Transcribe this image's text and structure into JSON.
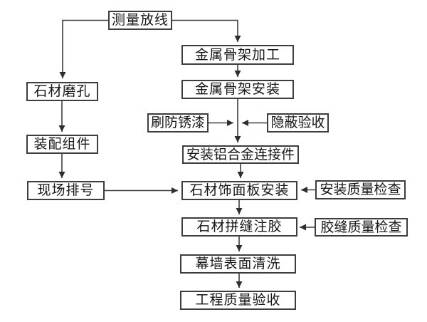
{
  "diagram_type": "flowchart",
  "language": "zh-CN",
  "colors": {
    "background": "#ffffff",
    "box_fill": "#ffffff",
    "box_border": "#3d3d3d",
    "text": "#161616",
    "connector": "#3d3d3d"
  },
  "nodes": {
    "measure_setout": "测量放线",
    "metal_frame_processing": "金属骨架加工",
    "stone_drilling": "石材磨孔",
    "metal_frame_installation": "金属骨架安装",
    "antirust_painting": "刷防锈漆",
    "concealed_acceptance": "隐蔽验收",
    "component_assembly": "装配组件",
    "aluminum_connector_installation": "安装铝合金连接件",
    "site_numbering": "现场排号",
    "stone_panel_installation": "石材饰面板安装",
    "installation_quality_check": "安装质量检查",
    "stone_joint_sealing": "石材拼缝注胶",
    "sealant_quality_check": "胶缝质量检查",
    "curtain_wall_cleaning": "幕墙表面清洗",
    "project_quality_acceptance": "工程质量验收"
  },
  "flow": [
    {
      "from": "measure_setout",
      "to": "stone_drilling"
    },
    {
      "from": "measure_setout",
      "to": "metal_frame_processing"
    },
    {
      "from": "metal_frame_processing",
      "to": "metal_frame_installation"
    },
    {
      "from": "metal_frame_installation",
      "to": "aluminum_connector_installation"
    },
    {
      "from": "antirust_painting",
      "to": "aluminum_connector_installation",
      "note": "side input merging into main flow"
    },
    {
      "from": "concealed_acceptance",
      "to": "aluminum_connector_installation",
      "note": "side input merging into main flow"
    },
    {
      "from": "stone_drilling",
      "to": "component_assembly"
    },
    {
      "from": "component_assembly",
      "to": "site_numbering"
    },
    {
      "from": "site_numbering",
      "to": "stone_panel_installation"
    },
    {
      "from": "aluminum_connector_installation",
      "to": "stone_panel_installation"
    },
    {
      "from": "installation_quality_check",
      "to": "stone_panel_installation"
    },
    {
      "from": "stone_panel_installation",
      "to": "stone_joint_sealing"
    },
    {
      "from": "sealant_quality_check",
      "to": "stone_joint_sealing"
    },
    {
      "from": "stone_joint_sealing",
      "to": "curtain_wall_cleaning"
    },
    {
      "from": "curtain_wall_cleaning",
      "to": "project_quality_acceptance"
    }
  ]
}
